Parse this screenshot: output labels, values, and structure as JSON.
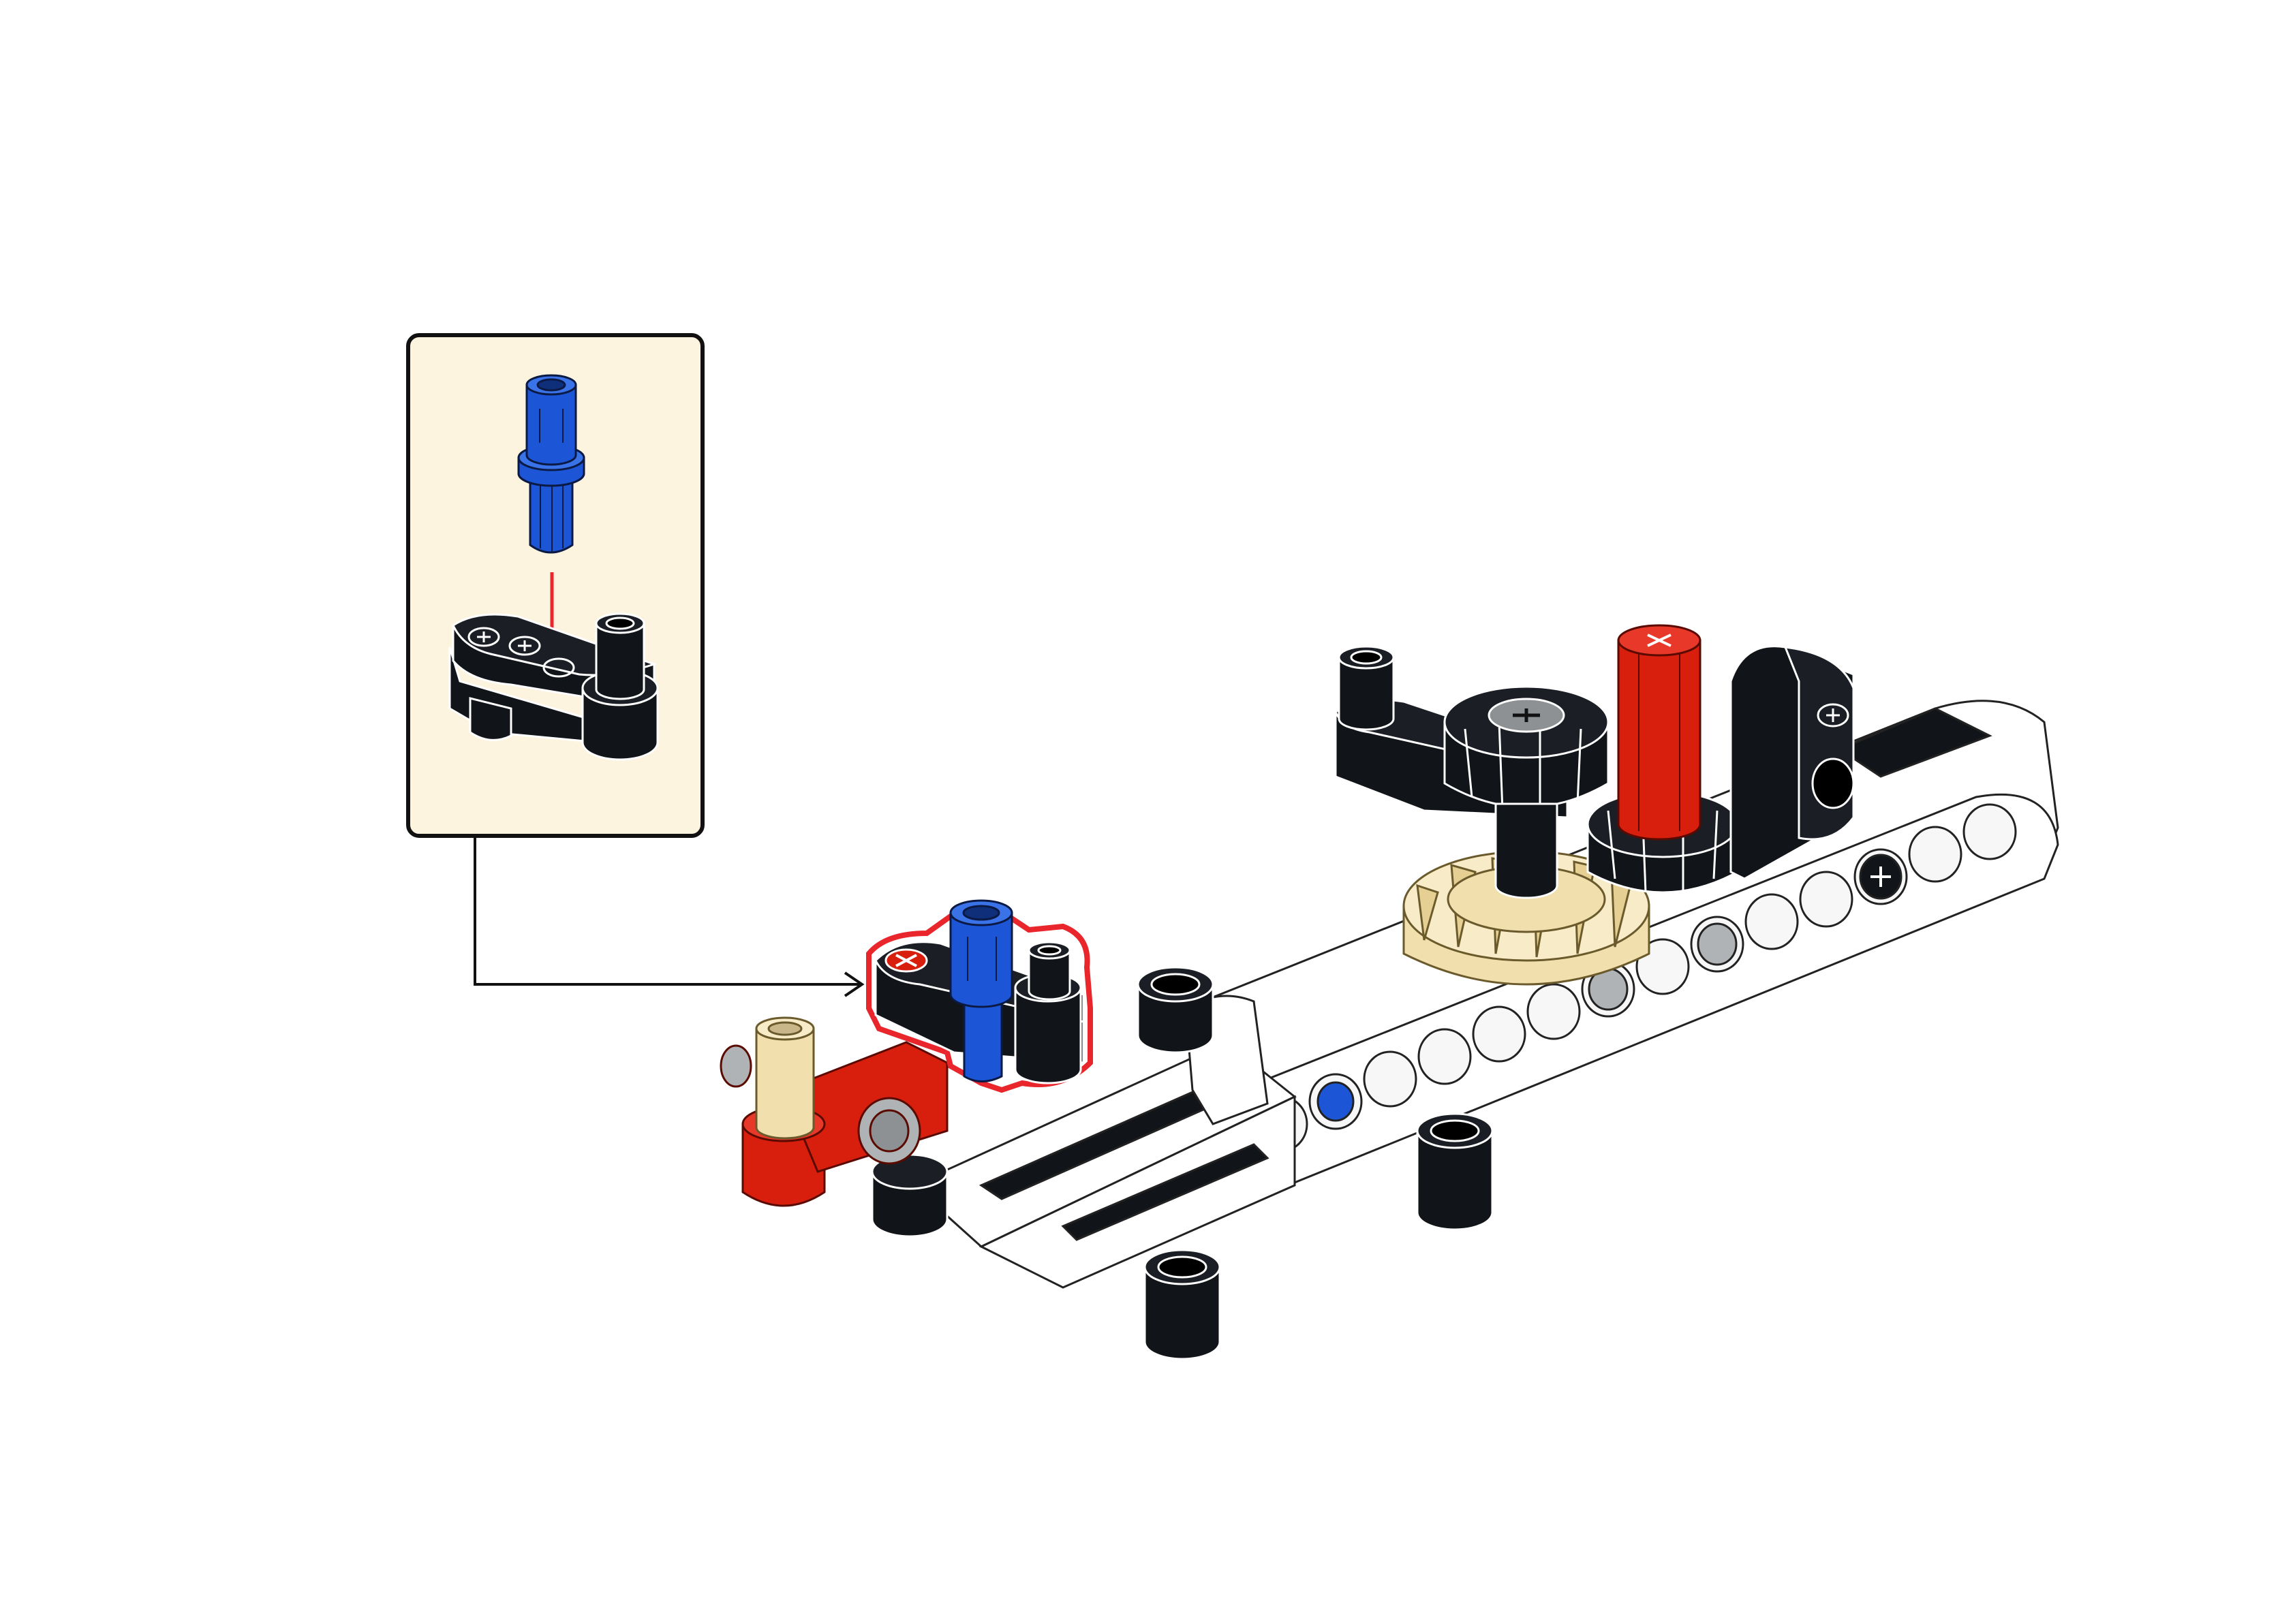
{
  "instruction": {
    "type": "lego-technic-building-step",
    "callout": {
      "background": "#FDF4DF",
      "border": "#111111",
      "new_part": {
        "name": "technic-pin-with-axle",
        "color": "#1C55D6"
      },
      "target_part": {
        "name": "technic-lever-with-pin",
        "color": "#111418"
      },
      "insert_arrow_color": "#E8262B"
    },
    "leader_line_color": "#111111",
    "assembly": {
      "frame": {
        "name": "technic-liftarm-frame",
        "color": "#FFFFFF"
      },
      "gears": [
        {
          "name": "technic-gear-16-tooth",
          "color": "#111418"
        },
        {
          "name": "technic-gear-12-tooth",
          "color": "#111418"
        },
        {
          "name": "technic-gear-20-tooth",
          "color": "#F1DFAE"
        }
      ],
      "axle": {
        "name": "technic-axle",
        "color": "#D81F0D"
      },
      "connectors": [
        {
          "name": "red-pin-connector",
          "color": "#D81F0D"
        },
        {
          "name": "tan-pin",
          "color": "#F1DFAE"
        },
        {
          "name": "blue-pins",
          "color": "#1C55D6"
        },
        {
          "name": "black-bushes",
          "color": "#111418"
        }
      ],
      "highlight_color": "#E8262B"
    }
  }
}
